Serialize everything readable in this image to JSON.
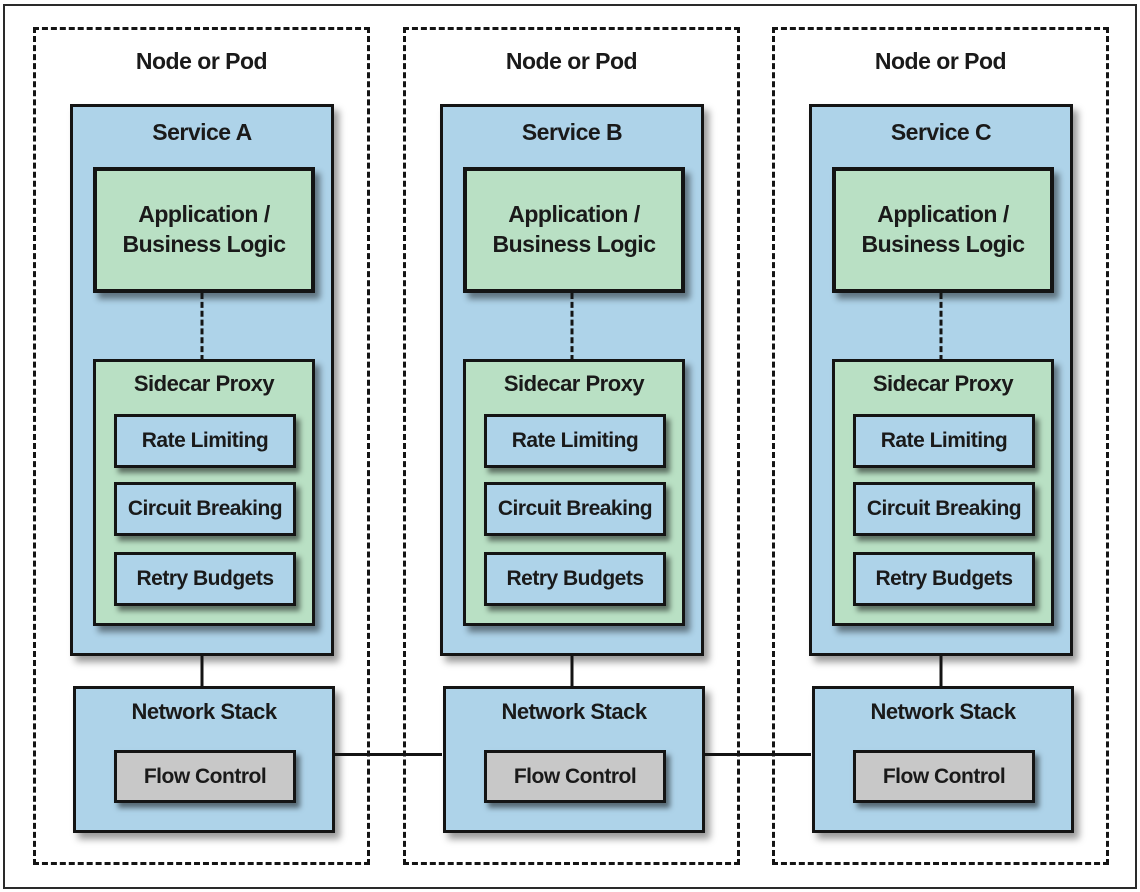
{
  "diagram": {
    "node_label": "Node or Pod",
    "services": [
      "Service A",
      "Service B",
      "Service C"
    ],
    "app_line1": "Application /",
    "app_line2": "Business Logic",
    "sidecar_label": "Sidecar Proxy",
    "features": [
      "Rate Limiting",
      "Circuit Breaking",
      "Retry Budgets"
    ],
    "network_label": "Network Stack",
    "flow_label": "Flow Control",
    "colors": {
      "blue": "#aed3e9",
      "green": "#b9e0c4",
      "gray": "#c8c8c8",
      "line": "#141414",
      "text": "#1a1a1a"
    }
  }
}
